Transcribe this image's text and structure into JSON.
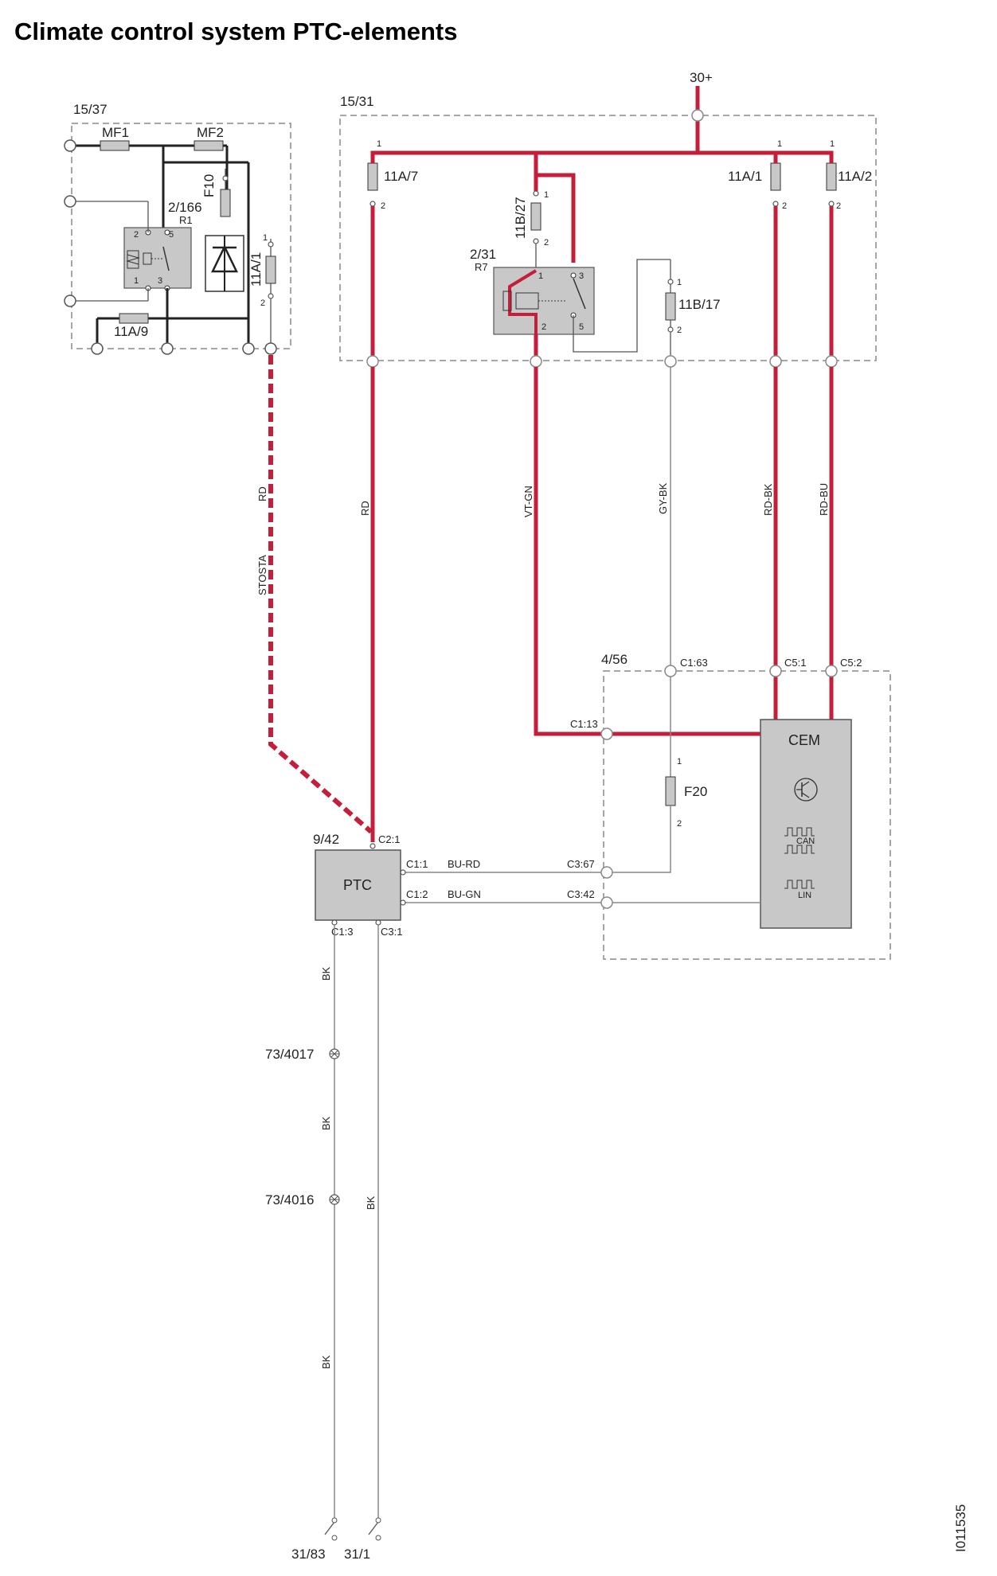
{
  "title": "Climate control system PTC-elements",
  "document_id": "I011535",
  "colors": {
    "power": "#c41e3a",
    "signal": "#555555",
    "component_fill": "#c8c8c8",
    "frame": "#888888",
    "wire_dark": "#222222"
  },
  "supply": {
    "battery_plus": "30+"
  },
  "modules": {
    "left_box": {
      "id": "15/37",
      "fuses": [
        "MF1",
        "MF2",
        "F10",
        "11A/1",
        "11A/9"
      ],
      "relay": {
        "id": "2/166",
        "name": "R1",
        "pins": [
          "2",
          "5",
          "1",
          "3"
        ]
      }
    },
    "right_box": {
      "id": "15/31",
      "fuses": [
        "11A/7",
        "11B/27",
        "11A/1",
        "11A/2",
        "11B/17"
      ],
      "relay": {
        "id": "2/31",
        "name": "R7",
        "pins": [
          "1",
          "3",
          "2",
          "5"
        ]
      }
    },
    "cem_box": {
      "id": "4/56",
      "name": "CEM",
      "fuse": "F20",
      "bus_labels": [
        "CAN",
        "LIN"
      ]
    },
    "ptc": {
      "id": "9/42",
      "name": "PTC"
    }
  },
  "pin_numbers": {
    "one": "1",
    "two": "2"
  },
  "connectors": {
    "c2_1": "C2:1",
    "c1_1": "C1:1",
    "c1_2": "C1:2",
    "c1_3": "C1:3",
    "c3_1": "C3:1",
    "c1_63": "C1:63",
    "c5_1": "C5:1",
    "c5_2": "C5:2",
    "c1_13": "C1:13",
    "c3_67": "C3:67",
    "c3_42": "C3:42"
  },
  "wires": {
    "stosta_rd": "RD",
    "stosta": "STOSTA",
    "rd": "RD",
    "vt_gn": "VT-GN",
    "gy_bk": "GY-BK",
    "rd_bk": "RD-BK",
    "rd_bu": "RD-BU",
    "bu_rd": "BU-RD",
    "bu_gn": "BU-GN",
    "bk": "BK"
  },
  "splices": [
    "73/4017",
    "73/4016"
  ],
  "grounds": [
    "31/83",
    "31/1"
  ]
}
